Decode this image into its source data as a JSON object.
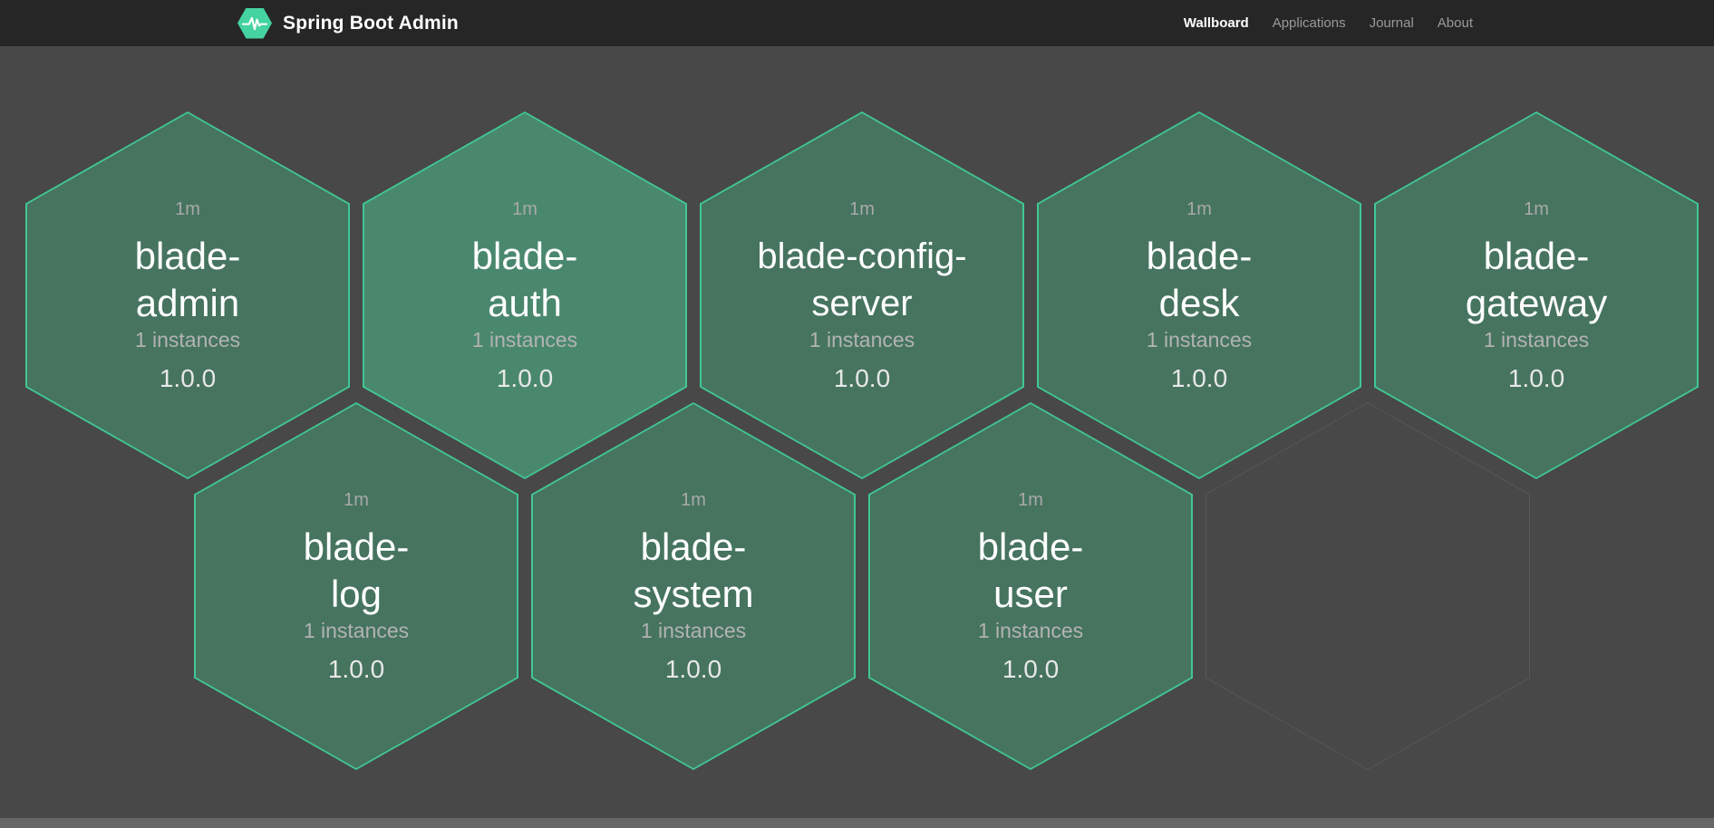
{
  "header": {
    "title": "Spring Boot Admin",
    "nav": [
      {
        "label": "Wallboard",
        "active": true
      },
      {
        "label": "Applications",
        "active": false
      },
      {
        "label": "Journal",
        "active": false
      },
      {
        "label": "About",
        "active": false
      }
    ]
  },
  "wallboard": {
    "apps": [
      {
        "name": "blade-admin",
        "name_lines": [
          "blade-",
          "admin"
        ],
        "uptime": "1m",
        "instances": "1 instances",
        "version": "1.0.0",
        "highlighted": false
      },
      {
        "name": "blade-auth",
        "name_lines": [
          "blade-",
          "auth"
        ],
        "uptime": "1m",
        "instances": "1 instances",
        "version": "1.0.0",
        "highlighted": true
      },
      {
        "name": "blade-config-server",
        "name_lines": [
          "blade-config-",
          "server"
        ],
        "uptime": "1m",
        "instances": "1 instances",
        "version": "1.0.0",
        "highlighted": false
      },
      {
        "name": "blade-desk",
        "name_lines": [
          "blade-",
          "desk"
        ],
        "uptime": "1m",
        "instances": "1 instances",
        "version": "1.0.0",
        "highlighted": false
      },
      {
        "name": "blade-gateway",
        "name_lines": [
          "blade-",
          "gateway"
        ],
        "uptime": "1m",
        "instances": "1 instances",
        "version": "1.0.0",
        "highlighted": false
      },
      {
        "name": "blade-log",
        "name_lines": [
          "blade-",
          "log"
        ],
        "uptime": "1m",
        "instances": "1 instances",
        "version": "1.0.0",
        "highlighted": false
      },
      {
        "name": "blade-system",
        "name_lines": [
          "blade-",
          "system"
        ],
        "uptime": "1m",
        "instances": "1 instances",
        "version": "1.0.0",
        "highlighted": false
      },
      {
        "name": "blade-user",
        "name_lines": [
          "blade-",
          "user"
        ],
        "uptime": "1m",
        "instances": "1 instances",
        "version": "1.0.0",
        "highlighted": false
      }
    ],
    "empty_slots": 1
  },
  "icons": {
    "logo": "pulse-hexagon-icon"
  },
  "colors": {
    "page_bg": "#484848",
    "header_bg": "#262626",
    "hex_border": "#41c795",
    "hex_fill": "#46745f",
    "hex_fill_highlight": "#4a886d",
    "ghost_border": "#585858",
    "logo_green": "#45d3a0",
    "name_text": "#ffffff",
    "muted_text": "#a9a9a9",
    "version_text": "#e8e8e8",
    "nav_active": "#ffffff",
    "nav_inactive": "#9a9a9a"
  }
}
